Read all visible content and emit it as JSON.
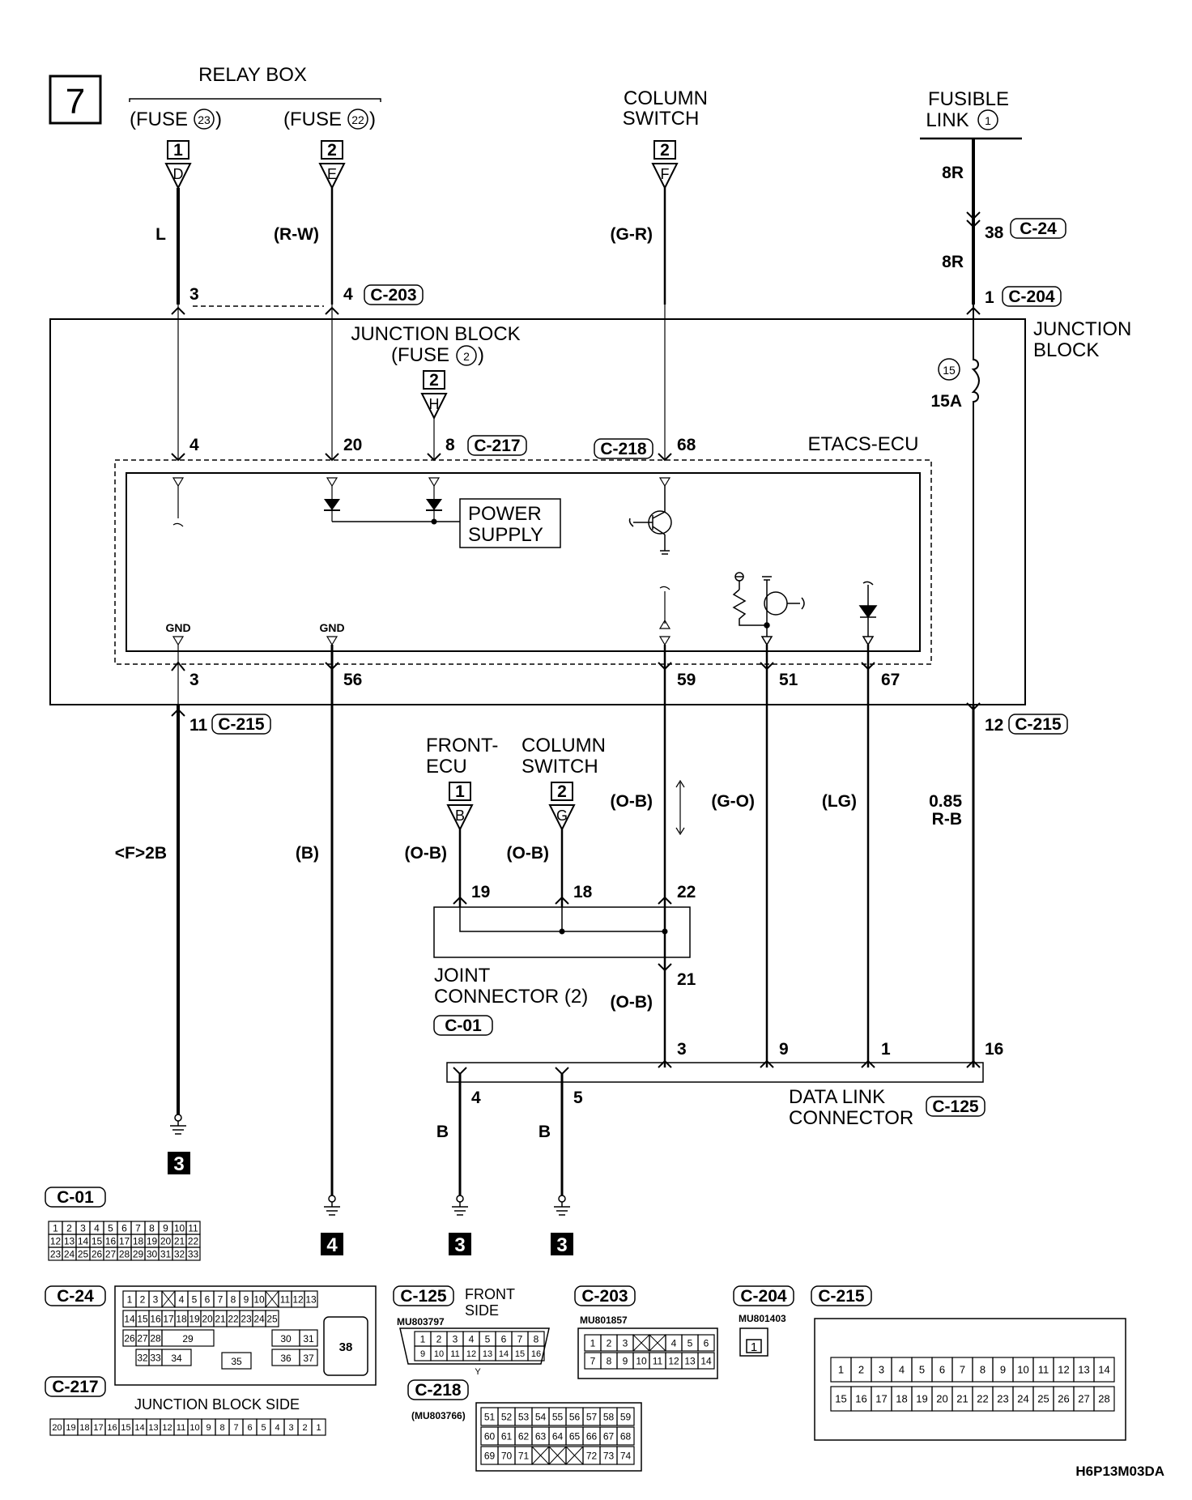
{
  "page_number": "7",
  "relay_box": {
    "title": "RELAY BOX",
    "fuse_23": "(FUSE",
    "fuse_23_num": "23",
    "fuse_22": "(FUSE",
    "fuse_22_num": "22"
  },
  "column_switch_top": {
    "line1": "COLUMN",
    "line2": "SWITCH"
  },
  "fusible_link": {
    "line1": "FUSIBLE",
    "line2": "LINK",
    "num": "1"
  },
  "connectors_top": [
    {
      "box": "1",
      "tri": "D",
      "wire": "L",
      "pin": "3"
    },
    {
      "box": "2",
      "tri": "E",
      "wire": "(R-W)",
      "pin": "4",
      "conn": "C-203"
    },
    {
      "box": "2",
      "tri": "F",
      "wire": "(G-R)"
    }
  ],
  "fusible_wires": {
    "w1": "8R",
    "w2": "38",
    "w2_conn": "C-24",
    "w3": "8R",
    "w4": "1",
    "w4_conn": "C-204"
  },
  "junction_block": {
    "title": "JUNCTION BLOCK",
    "fuse": "(FUSE",
    "fuse_num": "2",
    "box": "2",
    "tri": "H",
    "right_label_1": "JUNCTION",
    "right_label_2": "BLOCK",
    "fuse15": "15",
    "amp": "15A"
  },
  "etacs": {
    "title": "ETACS-ECU",
    "pins_top": [
      "4",
      "20",
      "8",
      "68"
    ],
    "conn_217": "C-217",
    "conn_218": "C-218",
    "power_supply_1": "POWER",
    "power_supply_2": "SUPPLY",
    "gnd1": "GND",
    "gnd2": "GND",
    "pins_bottom": [
      "3",
      "56",
      "59",
      "51",
      "67"
    ]
  },
  "below_jb": {
    "pin11": "11",
    "conn215": "C-215",
    "pin12": "12",
    "conn215b": "C-215",
    "wire_f2b": "<F>2B",
    "wire_b": "(B)",
    "wire_ob": "(O-B)",
    "wire_go": "(G-O)",
    "wire_lg": "(LG)",
    "wire_085": "0.85",
    "wire_rb": "R-B"
  },
  "front_ecu": {
    "line1": "FRONT-",
    "line2": "ECU",
    "box": "1",
    "tri": "B",
    "wire": "(O-B)",
    "pin": "19"
  },
  "column_switch_mid": {
    "line1": "COLUMN",
    "line2": "SWITCH",
    "box": "2",
    "tri": "G",
    "wire": "(O-B)",
    "pin": "18"
  },
  "joint_connector": {
    "pin22": "22",
    "pin21": "21",
    "line1": "JOINT",
    "line2": "CONNECTOR (2)",
    "conn": "C-01",
    "wire": "(O-B)"
  },
  "dlc": {
    "line1": "DATA LINK",
    "line2": "CONNECTOR",
    "conn": "C-125",
    "pins": [
      "3",
      "9",
      "1",
      "16"
    ],
    "pin4": "4",
    "pin5": "5",
    "wire4": "B",
    "wire5": "B"
  },
  "grounds": [
    "3",
    "4",
    "3",
    "3"
  ],
  "legend": {
    "c01": "C-01",
    "c01_rows": [
      [
        "1",
        "2",
        "3",
        "4",
        "5",
        "6",
        "7",
        "8",
        "9",
        "10",
        "11"
      ],
      [
        "12",
        "13",
        "14",
        "15",
        "16",
        "17",
        "18",
        "19",
        "20",
        "21",
        "22"
      ],
      [
        "23",
        "24",
        "25",
        "26",
        "27",
        "28",
        "29",
        "30",
        "31",
        "32",
        "33"
      ]
    ],
    "c24": "C-24",
    "c24_row1": [
      "1",
      "2",
      "3",
      "",
      "4",
      "5",
      "6",
      "7",
      "8",
      "9",
      "10",
      "",
      "11",
      "12",
      "13"
    ],
    "c24_row2": [
      "14",
      "15",
      "16",
      "17",
      "18",
      "19",
      "20",
      "21",
      "22",
      "23",
      "24",
      "25"
    ],
    "c24_row3": [
      "26",
      "27",
      "28",
      "29",
      "30",
      "31"
    ],
    "c24_row4": [
      "32",
      "33",
      "34",
      "35",
      "36",
      "37"
    ],
    "c24_38": "38",
    "c217": "C-217",
    "c217_caption": "JUNCTION BLOCK SIDE",
    "c217_row": [
      "20",
      "19",
      "18",
      "17",
      "16",
      "15",
      "14",
      "13",
      "12",
      "11",
      "10",
      "9",
      "8",
      "7",
      "6",
      "5",
      "4",
      "3",
      "2",
      "1"
    ],
    "c125": "C-125",
    "c125_part": "MU803797",
    "c125_side_1": "FRONT",
    "c125_side_2": "SIDE",
    "c125_row1": [
      "1",
      "2",
      "3",
      "4",
      "5",
      "6",
      "7",
      "8"
    ],
    "c125_row2": [
      "9",
      "10",
      "11",
      "12",
      "13",
      "14",
      "15",
      "16"
    ],
    "c125_y": "Y",
    "c203": "C-203",
    "c203_part": "MU801857",
    "c203_row1": [
      "1",
      "2",
      "3",
      "",
      "",
      "4",
      "5",
      "6"
    ],
    "c203_row2": [
      "7",
      "8",
      "9",
      "10",
      "11",
      "12",
      "13",
      "14"
    ],
    "c204": "C-204",
    "c204_part": "MU801403",
    "c204_pin": "1",
    "c215": "C-215",
    "c215_row1": [
      "1",
      "2",
      "3",
      "4",
      "5",
      "6",
      "7",
      "8",
      "9",
      "10",
      "11",
      "12",
      "13",
      "14"
    ],
    "c215_row2": [
      "15",
      "16",
      "17",
      "18",
      "19",
      "20",
      "21",
      "22",
      "23",
      "24",
      "25",
      "26",
      "27",
      "28"
    ],
    "c218": "C-218",
    "c218_part": "(MU803766)",
    "c218_row1": [
      "51",
      "52",
      "53",
      "54",
      "55",
      "56",
      "57",
      "58",
      "59"
    ],
    "c218_row2": [
      "60",
      "61",
      "62",
      "63",
      "64",
      "65",
      "66",
      "67",
      "68"
    ],
    "c218_row3": [
      "69",
      "70",
      "71",
      "",
      "",
      "",
      "72",
      "73",
      "74"
    ]
  },
  "figure_code": "H6P13M03DA"
}
